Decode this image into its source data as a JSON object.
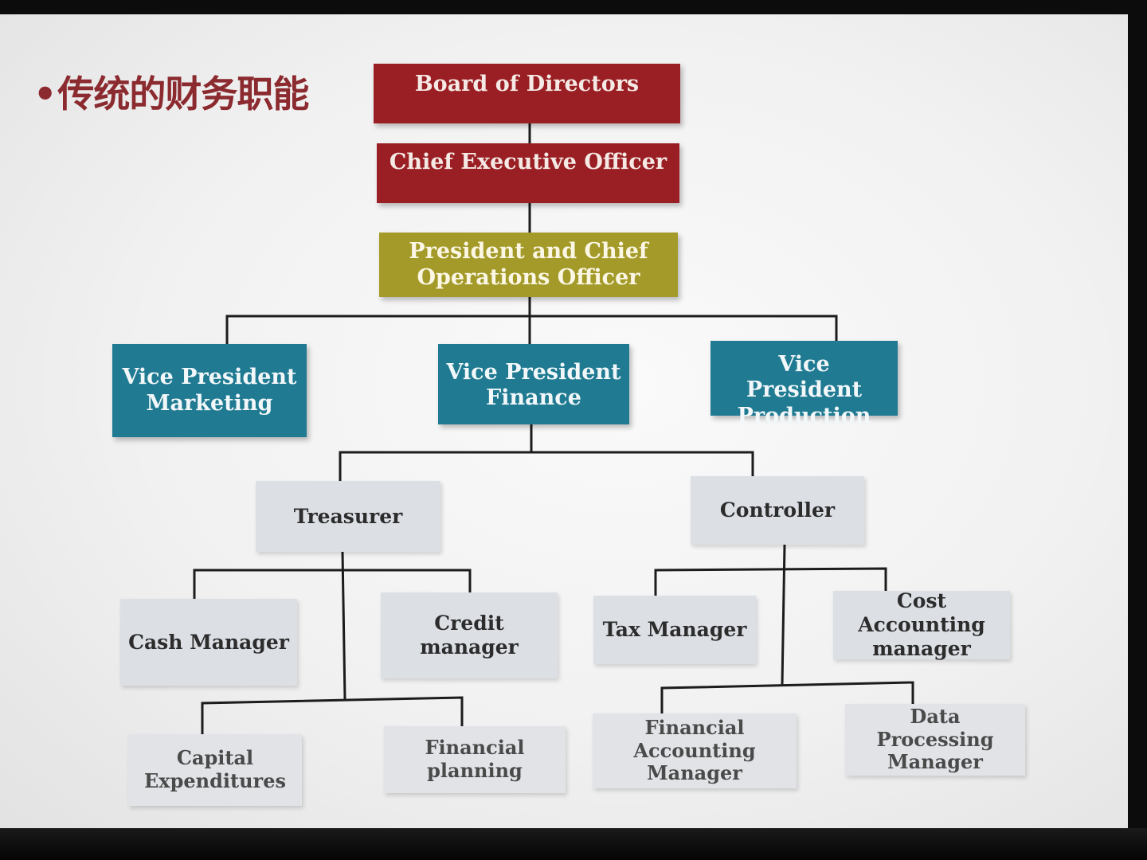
{
  "slide": {
    "title": "传统的财务职能",
    "title_bullet": "•"
  },
  "org_chart": {
    "board": "Board of Directors",
    "ceo": "Chief Executive Officer",
    "president": "President and Chief\nOperations Officer",
    "vp_marketing": "Vice President\nMarketing",
    "vp_finance": "Vice President\nFinance",
    "vp_production": "Vice President\nProduction",
    "treasurer": "Treasurer",
    "controller": "Controller",
    "cash_manager": "Cash Manager",
    "credit_manager": "Credit manager",
    "capital_expenditures": "Capital\nExpenditures",
    "financial_planning": "Financial\nplanning",
    "tax_manager": "Tax Manager",
    "cost_accounting_manager": "Cost Accounting\nmanager",
    "financial_accounting_manager": "Financial Accounting\nManager",
    "data_processing_manager": "Data Processing\nManager"
  },
  "colors": {
    "executive": "#9a1f24",
    "president": "#a49a2a",
    "vice_president": "#1f7a92",
    "department": "#dcdfe4",
    "title_text": "#8b2a2f"
  }
}
